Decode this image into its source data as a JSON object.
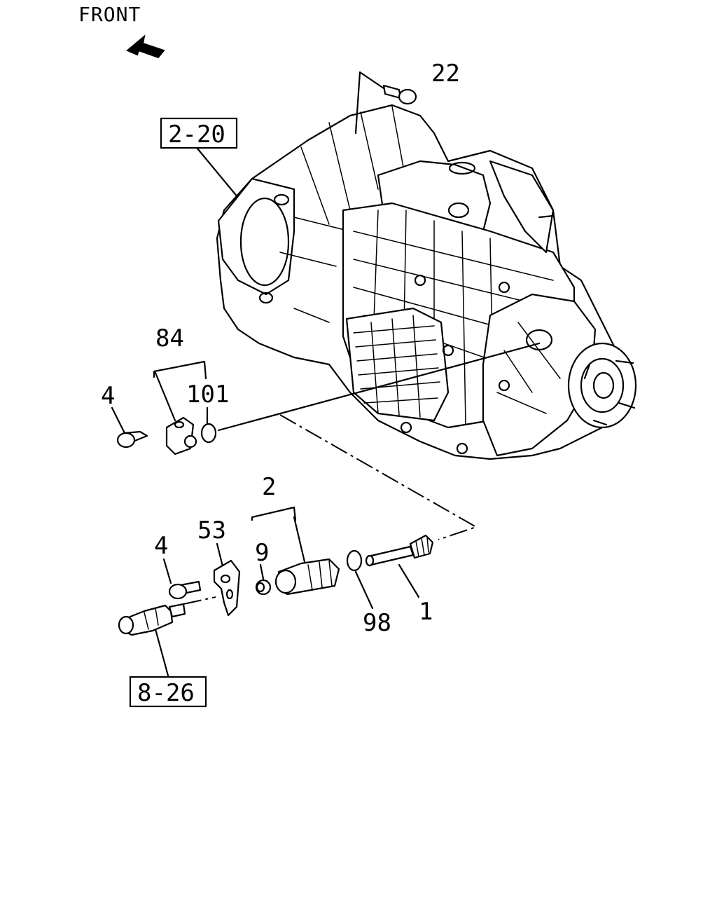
{
  "orientation": {
    "label": "FRONT",
    "arrow_icon": "front-direction-arrow-icon"
  },
  "references": [
    {
      "id": "ref-2-20",
      "text": "2-20"
    },
    {
      "id": "ref-8-26",
      "text": "8-26"
    }
  ],
  "callouts": {
    "c22": "22",
    "c84": "84",
    "c4a": "4",
    "c101": "101",
    "c2": "2",
    "c53": "53",
    "c4b": "4",
    "c9": "9",
    "c98": "98",
    "c1": "1"
  },
  "colors": {
    "line": "#000000",
    "background": "#ffffff"
  }
}
